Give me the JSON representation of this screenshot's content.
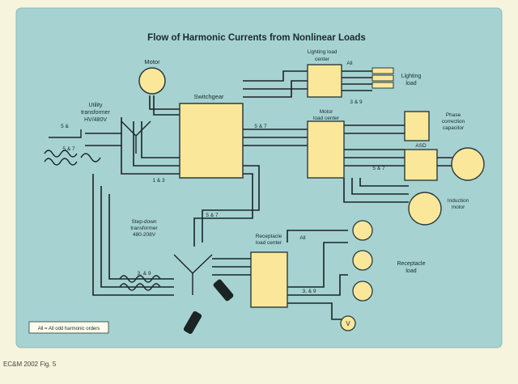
{
  "diagram": {
    "title": "Flow of Harmonic Currents from Nonlinear Loads",
    "labels": {
      "motor": "Motor",
      "utility_transformer": [
        "Utility",
        "transformer",
        "HV/480V"
      ],
      "switchgear": "Switchgear",
      "lighting_panel": [
        "Lighting load",
        "center"
      ],
      "lighting_loads": [
        "Lighting",
        "load"
      ],
      "motor_load_center": [
        "Motor",
        "load center"
      ],
      "pfc_capacitor": [
        "Phase",
        "correction",
        "capacitor"
      ],
      "asd": "ASD",
      "induction_motor": [
        "Induction",
        "motor"
      ],
      "step_down_transformer": [
        "Step-down",
        "transformer",
        "480-208V"
      ],
      "receptacle_panel": [
        "Receptacle",
        "load center"
      ],
      "receptacle_load": [
        "Receptacle",
        "load"
      ],
      "all": "All",
      "h57": "5 & 7",
      "h39": "3 & 9",
      "h39b": "3, & 9",
      "h13": "1 & 3",
      "h5": "5 &",
      "tx_winding": "5 & 7",
      "tx_winding_b": "3, & 9",
      "voltmeter": "V",
      "legend": "All = All odd harmonic orders"
    }
  },
  "footer": {
    "credit": "EC&M 2002 Fig. 5"
  },
  "colors": {
    "panel_bg": "#a6d2d2",
    "page_bg": "#f6f4dc",
    "component": "#fbe79a",
    "line": "#1b2424",
    "outline": "#2d3a3a"
  }
}
